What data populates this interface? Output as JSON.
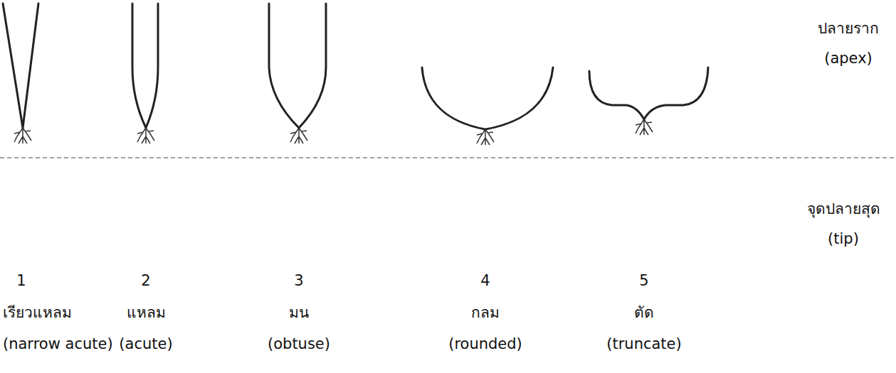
{
  "diagram": {
    "labels": [
      "ปลายราก",
      "(apex)",
      "จุดปลายสุด",
      "(tip)",
      "1",
      "เรียวแหลม",
      "(narrow acute)",
      "2",
      "แหลม",
      "(acute)",
      "3",
      "มน",
      "(obtuse)",
      "4",
      "กลม",
      "(rounded)",
      "5",
      "ตัด",
      "(truncate)"
    ]
  }
}
